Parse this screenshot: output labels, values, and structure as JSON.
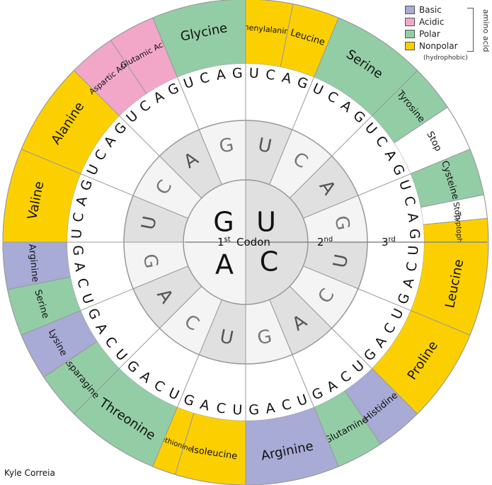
{
  "colors": {
    "basic": "#a8abd5",
    "acidic": "#f2a7c9",
    "polar": "#93cda6",
    "nonpolar": "#fcd000",
    "stop": "#ffffff",
    "center": "#ffffff",
    "ring_dark": "#e0e0e0",
    "ring_light": "#f4f4f4",
    "third_ring": "#ffffff",
    "line": "#999999"
  },
  "legend": {
    "items": [
      {
        "label": "Basic",
        "color": "#a8abd5"
      },
      {
        "label": "Acidic",
        "color": "#f2a7c9"
      },
      {
        "label": "Polar",
        "color": "#93cda6"
      },
      {
        "label": "Nonpolar",
        "color": "#fcd000"
      }
    ],
    "note": "(hydrophobic)",
    "side_label": "amino acid"
  },
  "center": {
    "quadrants": [
      {
        "base": "U",
        "shade": "dark"
      },
      {
        "base": "C",
        "shade": "dark"
      },
      {
        "base": "A",
        "shade": "light"
      },
      {
        "base": "G",
        "shade": "light"
      }
    ],
    "label_1st": "1",
    "label_1st_sup": "st",
    "label_codon": "Codon",
    "label_2nd": "2",
    "label_2nd_sup": "nd",
    "label_3rd": "3",
    "label_3rd_sup": "rd"
  },
  "second_bases": [
    "U",
    "C",
    "A",
    "G"
  ],
  "third_bases": [
    "U",
    "C",
    "A",
    "G"
  ],
  "amino_acids": [
    {
      "name": "Phenylalanine",
      "category": "nonpolar",
      "first": 0,
      "second": 0,
      "start": 0,
      "count": 2
    },
    {
      "name": "Leucine",
      "category": "nonpolar",
      "first": 0,
      "second": 0,
      "start": 2,
      "count": 2
    },
    {
      "name": "Serine",
      "category": "polar",
      "first": 0,
      "second": 1,
      "start": 0,
      "count": 4
    },
    {
      "name": "Tyrosine",
      "category": "polar",
      "first": 0,
      "second": 2,
      "start": 0,
      "count": 2
    },
    {
      "name": "Stop",
      "category": "stop",
      "first": 0,
      "second": 2,
      "start": 2,
      "count": 2
    },
    {
      "name": "Cysteine",
      "category": "polar",
      "first": 0,
      "second": 3,
      "start": 0,
      "count": 2
    },
    {
      "name": "Stop",
      "category": "stop",
      "first": 0,
      "second": 3,
      "start": 2,
      "count": 1
    },
    {
      "name": "Tryptophan",
      "category": "nonpolar",
      "first": 0,
      "second": 3,
      "start": 3,
      "count": 1
    },
    {
      "name": "Leucine",
      "category": "nonpolar",
      "first": 1,
      "second": 0,
      "start": 0,
      "count": 4
    },
    {
      "name": "Proline",
      "category": "nonpolar",
      "first": 1,
      "second": 1,
      "start": 0,
      "count": 4
    },
    {
      "name": "Histidine",
      "category": "basic",
      "first": 1,
      "second": 2,
      "start": 0,
      "count": 2
    },
    {
      "name": "Glutamine",
      "category": "polar",
      "first": 1,
      "second": 2,
      "start": 2,
      "count": 2
    },
    {
      "name": "Arginine",
      "category": "basic",
      "first": 1,
      "second": 3,
      "start": 0,
      "count": 4
    },
    {
      "name": "Isoleucine",
      "category": "nonpolar",
      "first": 2,
      "second": 0,
      "start": 0,
      "count": 3
    },
    {
      "name": "Methionine",
      "category": "nonpolar",
      "first": 2,
      "second": 0,
      "start": 3,
      "count": 1
    },
    {
      "name": "Threonine",
      "category": "polar",
      "first": 2,
      "second": 1,
      "start": 0,
      "count": 4
    },
    {
      "name": "Asparagine",
      "category": "polar",
      "first": 2,
      "second": 2,
      "start": 0,
      "count": 2
    },
    {
      "name": "Lysine",
      "category": "basic",
      "first": 2,
      "second": 2,
      "start": 2,
      "count": 2
    },
    {
      "name": "Serine",
      "category": "polar",
      "first": 2,
      "second": 3,
      "start": 0,
      "count": 2
    },
    {
      "name": "Arginine",
      "category": "basic",
      "first": 2,
      "second": 3,
      "start": 2,
      "count": 2
    },
    {
      "name": "Valine",
      "category": "nonpolar",
      "first": 3,
      "second": 0,
      "start": 0,
      "count": 4
    },
    {
      "name": "Alanine",
      "category": "nonpolar",
      "first": 3,
      "second": 1,
      "start": 0,
      "count": 4
    },
    {
      "name": "Aspartic Acid",
      "category": "acidic",
      "first": 3,
      "second": 2,
      "start": 0,
      "count": 2
    },
    {
      "name": "Glutamic Acid",
      "category": "acidic",
      "first": 3,
      "second": 2,
      "start": 2,
      "count": 2
    },
    {
      "name": "Glycine",
      "category": "polar",
      "first": 3,
      "second": 3,
      "start": 0,
      "count": 4
    }
  ],
  "author": "Kyle Correia"
}
